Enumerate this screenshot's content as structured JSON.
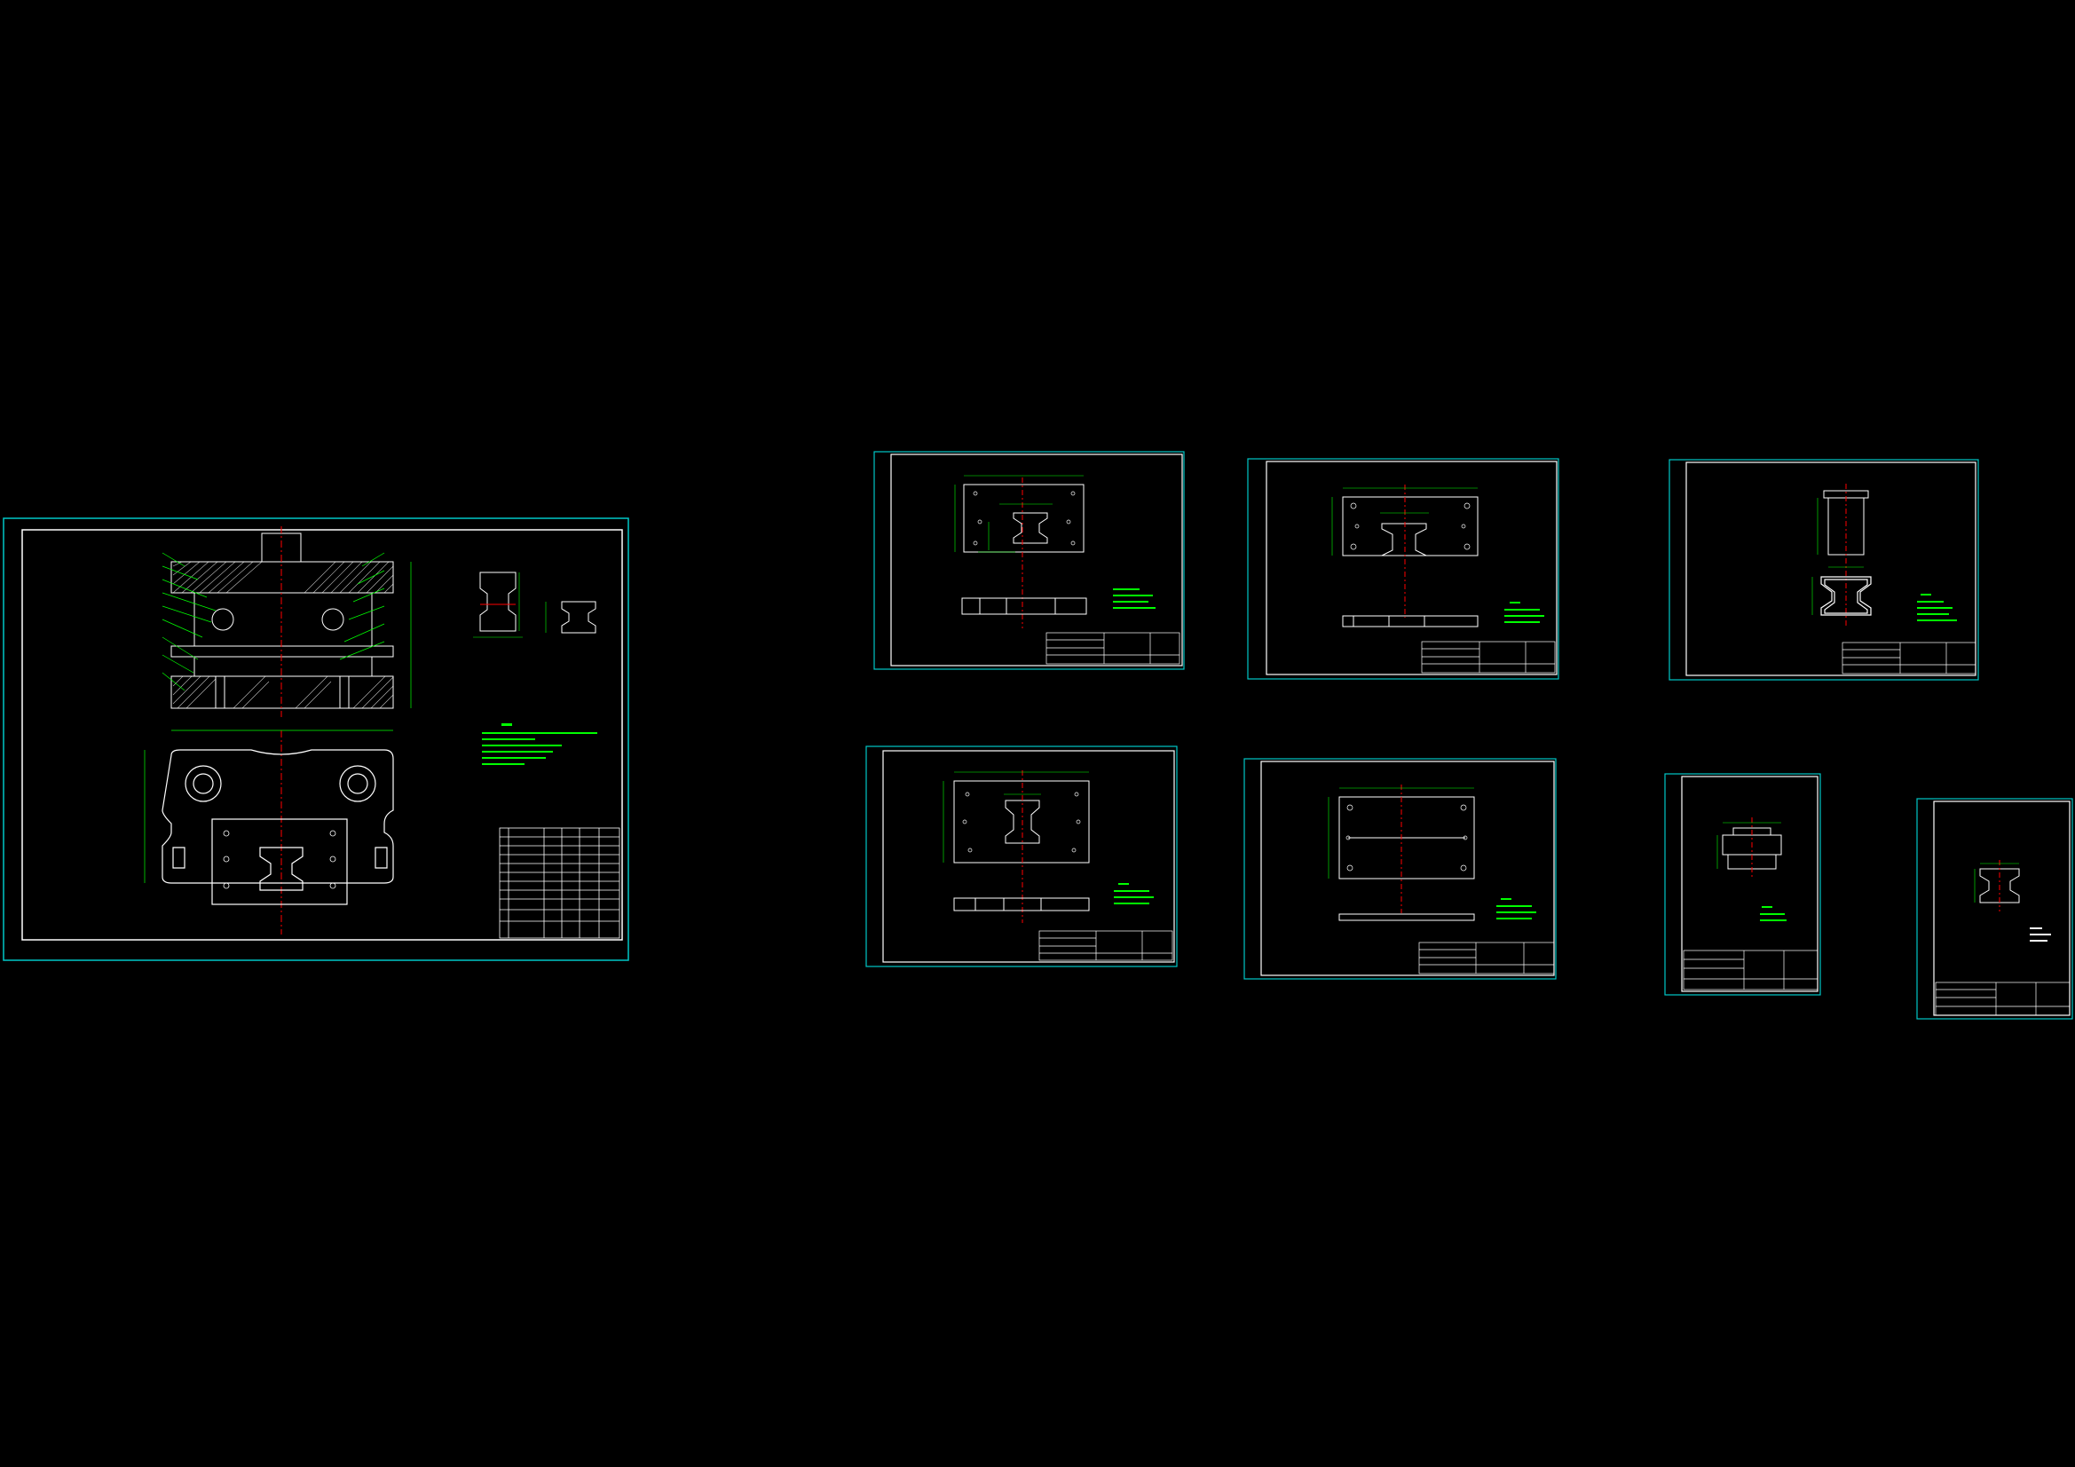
{
  "viewport": {
    "background": "#000000"
  },
  "colors": {
    "frame": "#00c8c8",
    "outline": "#ffffff",
    "dimension": "#00ff00",
    "centerline": "#ff0000",
    "hatch": "#ffffff",
    "hole": "#ffff00",
    "text": "#ffffff"
  },
  "sheets": [
    {
      "id": "assembly",
      "kind": "assembly-drawing"
    },
    {
      "id": "part-1",
      "kind": "plate-drawing"
    },
    {
      "id": "part-2",
      "kind": "plate-drawing"
    },
    {
      "id": "part-3",
      "kind": "punch-drawing"
    },
    {
      "id": "part-4",
      "kind": "plate-drawing"
    },
    {
      "id": "part-5",
      "kind": "plate-drawing"
    },
    {
      "id": "part-6",
      "kind": "small-part-drawing"
    },
    {
      "id": "part-7",
      "kind": "small-part-drawing"
    }
  ]
}
